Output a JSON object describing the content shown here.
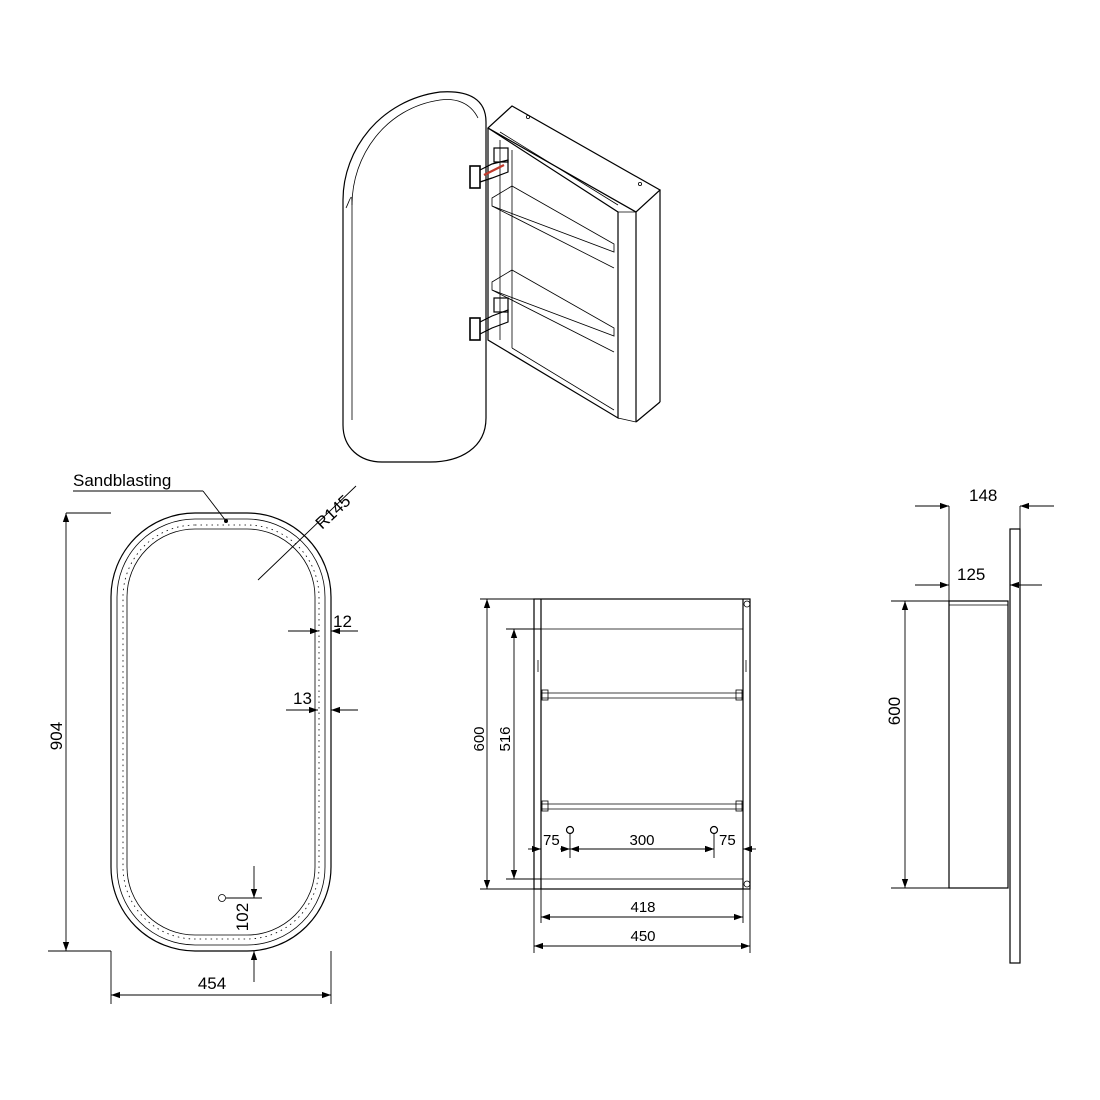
{
  "labels": {
    "sandblasting": "Sandblasting",
    "radius": "R145"
  },
  "front_view": {
    "height": "904",
    "width": "454",
    "frame_gap_outer": "12",
    "frame_gap_inner": "13",
    "sensor_offset": "102"
  },
  "cabinet_view": {
    "height_outer": "600",
    "height_inner": "516",
    "inner_width": "418",
    "outer_width": "450",
    "hole_spacing": "300",
    "hole_offset_left": "75",
    "hole_offset_right": "75"
  },
  "side_view": {
    "depth_total": "148",
    "depth_body": "125",
    "height": "600"
  },
  "colors": {
    "line": "#000000",
    "hinge_accent": "#c0392b"
  }
}
